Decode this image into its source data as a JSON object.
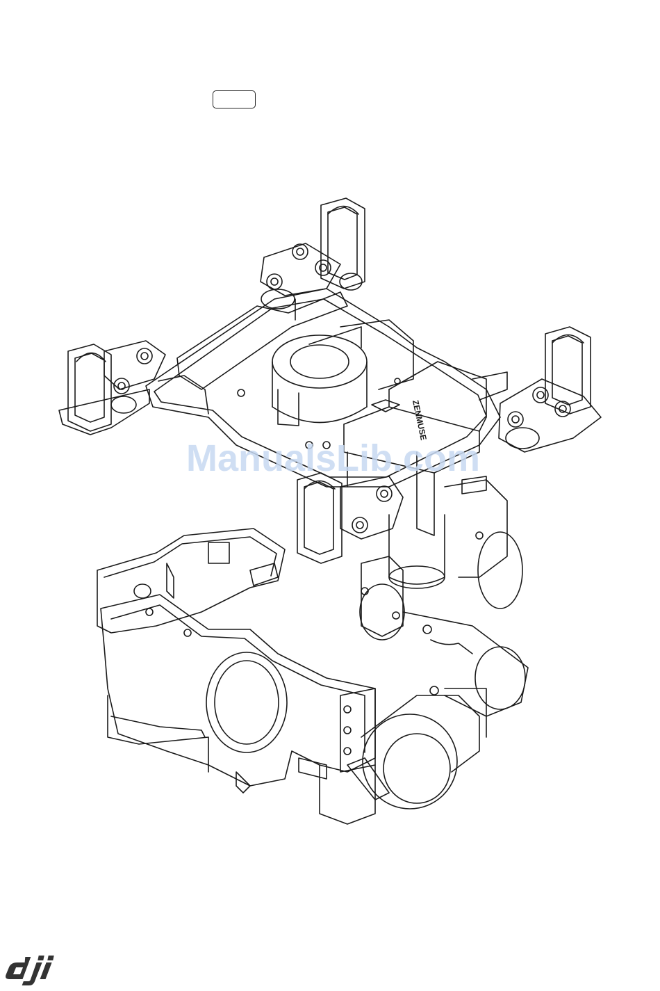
{
  "document": {
    "watermark_text": "ManualsLib.com",
    "product_label": "ZENMUSE",
    "brand_logo": "dji"
  },
  "colors": {
    "line": "#1a1a1a",
    "watermark": "#c7d9f2",
    "background": "#ffffff"
  }
}
